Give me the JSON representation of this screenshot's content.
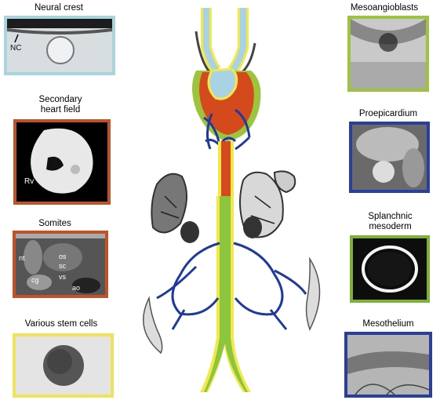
{
  "left_panels": [
    {
      "title": "Neural crest",
      "border": "#a8d4dc",
      "tags": [
        "NC"
      ]
    },
    {
      "title_line1": "Secondary",
      "title_line2": "heart field",
      "border": "#c0522a",
      "tags": [
        "Rv"
      ]
    },
    {
      "title": "Somites",
      "border": "#c0522a",
      "tags": [
        "nt",
        "os",
        "sc",
        "cg",
        "vs",
        "ao"
      ]
    },
    {
      "title": "Various stem cells",
      "border": "#efe35a",
      "tags": []
    }
  ],
  "right_panels": [
    {
      "title": "Mesoangioblasts",
      "border": "#9cc43c"
    },
    {
      "title": "Proepicardium",
      "border": "#2a3f9c"
    },
    {
      "title_line1": "Splanchnic",
      "title_line2": "mesoderm",
      "border": "#7fb03a"
    },
    {
      "title": "Mesothelium",
      "border": "#2a3f9c"
    }
  ],
  "colors": {
    "aorta": "#d44a1c",
    "gut": "#8cc63f",
    "vessel_outline": "#f2e84a",
    "vessels": "#1f3a9c",
    "pulmonary": "#a9d2e4"
  }
}
